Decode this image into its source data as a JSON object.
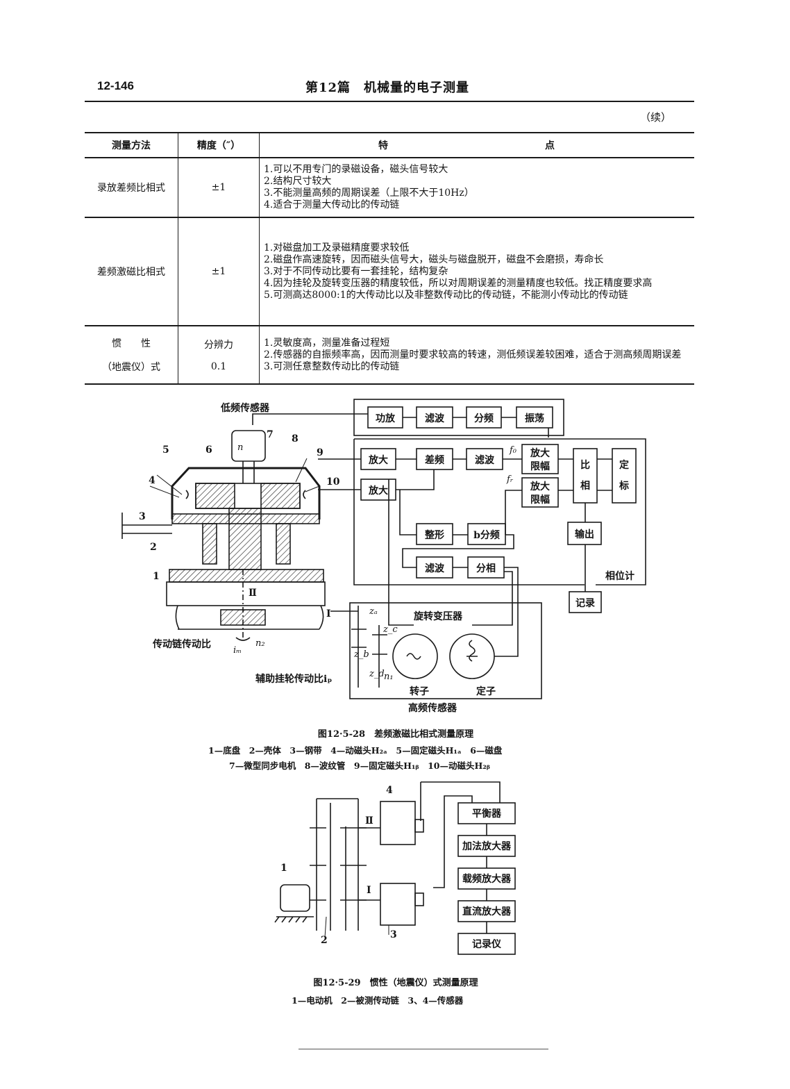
{
  "header": {
    "page_number": "12-146",
    "chapter_title": "第12篇　机械量的电子测量"
  },
  "continued_label": "（续）",
  "table": {
    "col_method": "测量方法",
    "col_precision": "精度（″）",
    "col_features_a": "特",
    "col_features_b": "点",
    "rows": [
      {
        "method_lines": [
          "录放差频比相式"
        ],
        "precision_lines": [
          "±1"
        ],
        "features": [
          "1.可以不用专门的录磁设备，磁头信号较大",
          "2.结构尺寸较大",
          "3.不能测量高频的周期误差（上限不大于10Hz）",
          "4.适合于测量大传动比的传动链"
        ]
      },
      {
        "method_lines": [
          "差频激磁比相式"
        ],
        "precision_lines": [
          "±1"
        ],
        "features": [
          "1.对磁盘加工及录磁精度要求较低",
          "2.磁盘作高速旋转，因而磁头信号大，磁头与磁盘脱开，磁盘不会磨损，寿命长",
          "3.对于不同传动比要有一套挂轮，结构复杂",
          "4.因为挂轮及旋转变压器的精度较低，所以对周期误差的测量精度也较低。找正精度要求高",
          "5.可测高达8000:1的大传动比以及非整数传动比的传动链，不能测小传动比的传动链"
        ]
      },
      {
        "method_lines": [
          "惯　　性",
          "（地震仪）式"
        ],
        "precision_lines": [
          "分辨力",
          "0.1"
        ],
        "features": [
          "1.灵敏度高，测量准备过程短",
          "2.传感器的自振频率高，因而测量时要求较高的转速，测低频误差较困难，适合于测高频周期误差",
          "3.可测任意整数传动比的传动链"
        ]
      }
    ]
  },
  "fig28": {
    "caption": "图12·5-28　差频激磁比相式测量原理",
    "legend_line1": "1—底盘　2—壳体　3—钢带　4—动磁头H₂ₐ　5—固定磁头H₁ₐ　6—磁盘",
    "legend_line2": "7—微型同步电机　8—波纹管　9—固定磁头H₁ᵦ　10—动磁头H₂ᵦ",
    "labels": {
      "low_freq_sensor": "低频传感器",
      "high_freq_sensor": "高频传感器",
      "rotary_transformer": "旋转变压器",
      "rotor": "转子",
      "stator": "定子",
      "chain_ratio": "传动链传动比",
      "aux_ratio": "辅助挂轮传动比iₚ",
      "phase_meter": "相位计",
      "n": "n",
      "n1": "n₁",
      "n2": "n₂",
      "im": "iₘ",
      "za": "zₐ",
      "zb": "z_b",
      "zc": "z_c",
      "zd": "z_d",
      "f0": "f₀",
      "fr": "fᵣ",
      "roman1": "Ⅰ",
      "roman2": "Ⅱ",
      "num1": "1",
      "num2": "2",
      "num3": "3",
      "num4": "4",
      "num5": "5",
      "num6": "6",
      "num7": "7",
      "num8": "8",
      "num9": "9",
      "num10": "10"
    },
    "blocks": {
      "power_amp": "功放",
      "filter_top": "滤波",
      "divider": "分频",
      "oscillator": "振荡",
      "amp1": "放大",
      "amp2": "放大",
      "beat": "差频",
      "filter_mid": "滤波",
      "amp_limit1_a": "放大",
      "amp_limit1_b": "限幅",
      "amp_limit2_a": "放大",
      "amp_limit2_b": "限幅",
      "compare_a": "比",
      "compare_b": "相",
      "calib_a": "定",
      "calib_b": "标",
      "output": "输出",
      "shaping": "整形",
      "b_divider": "b分频",
      "filter_low": "滤波",
      "phase_split": "分相",
      "record": "记录"
    }
  },
  "fig29": {
    "caption": "图12·5-29　惯性（地震仪）式测量原理",
    "legend": "1—电动机　2—被测传动链　3、4—传感器",
    "labels": {
      "num1": "1",
      "num2": "2",
      "num3": "3",
      "num4": "4",
      "roman1": "Ⅰ",
      "roman2": "Ⅱ"
    },
    "blocks": {
      "balancer": "平衡器",
      "adder_amp": "加法放大器",
      "carrier_amp": "载频放大器",
      "dc_amp": "直流放大器",
      "recorder": "记录仪"
    }
  }
}
